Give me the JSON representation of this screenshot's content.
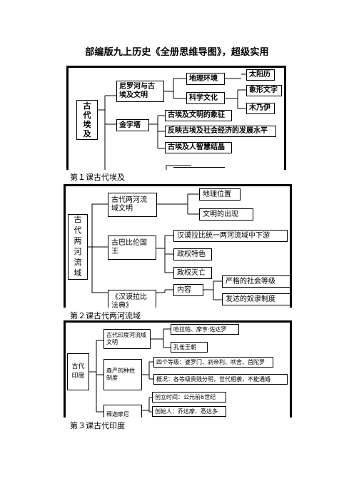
{
  "page_title": "部编版九上历史《全册思维导图》，超级实用",
  "lessons": [
    {
      "caption": "第１课古代埃及",
      "root": "古代埃及",
      "nodes": [
        {
          "label": "尼罗河与古埃及文明",
          "children": [
            {
              "label": "地理环境",
              "children": [
                {
                  "label": "太阳历"
                }
              ]
            },
            {
              "label": "科学文化",
              "children": [
                {
                  "label": "象形文字"
                },
                {
                  "label": "木乃伊"
                }
              ]
            }
          ]
        },
        {
          "label": "金字塔",
          "children": [
            {
              "label": "古埃及文明的象征"
            },
            {
              "label": "反映古埃及社会经济的发展水平"
            },
            {
              "label": "古埃及人智慧结晶"
            }
          ]
        }
      ]
    },
    {
      "caption": "第２课古代两河流域",
      "root": "古代两河流域",
      "nodes": [
        {
          "label": "古代两河流域文明",
          "children": [
            {
              "label": "地理位置"
            },
            {
              "label": "文明的出现"
            }
          ]
        },
        {
          "label": "古巴比伦国王",
          "children": [
            {
              "label": "汉谟拉比统一两河流域中下游"
            },
            {
              "label": "政权特色"
            },
            {
              "label": "政权灭亡"
            }
          ]
        },
        {
          "label": "《汉谟拉比法典》",
          "children": [
            {
              "label": "内容",
              "children": [
                {
                  "label": "严格的社会等级"
                },
                {
                  "label": "发达的奴隶制度"
                }
              ]
            }
          ]
        }
      ]
    },
    {
      "caption": "第３课古代印度",
      "root": "古代印度",
      "nodes": [
        {
          "label": "古代印度河流域文明",
          "children": [
            {
              "label": "哈拉帕、摩亨·佐达罗"
            },
            {
              "label": "孔雀王朝"
            }
          ]
        },
        {
          "label": "森严的种姓制度",
          "children": [
            {
              "label": "四个等级：婆罗门、刹帝利、吠舍、首陀罗"
            },
            {
              "label": "概况：各等级贵贱分明，世代相袭，不能通婚"
            }
          ]
        },
        {
          "label": "释迦摩尼",
          "children": [
            {
              "label": "创立时间：公元前6世纪"
            },
            {
              "label": "创始人：乔达摩．悉达多"
            }
          ]
        }
      ]
    }
  ]
}
